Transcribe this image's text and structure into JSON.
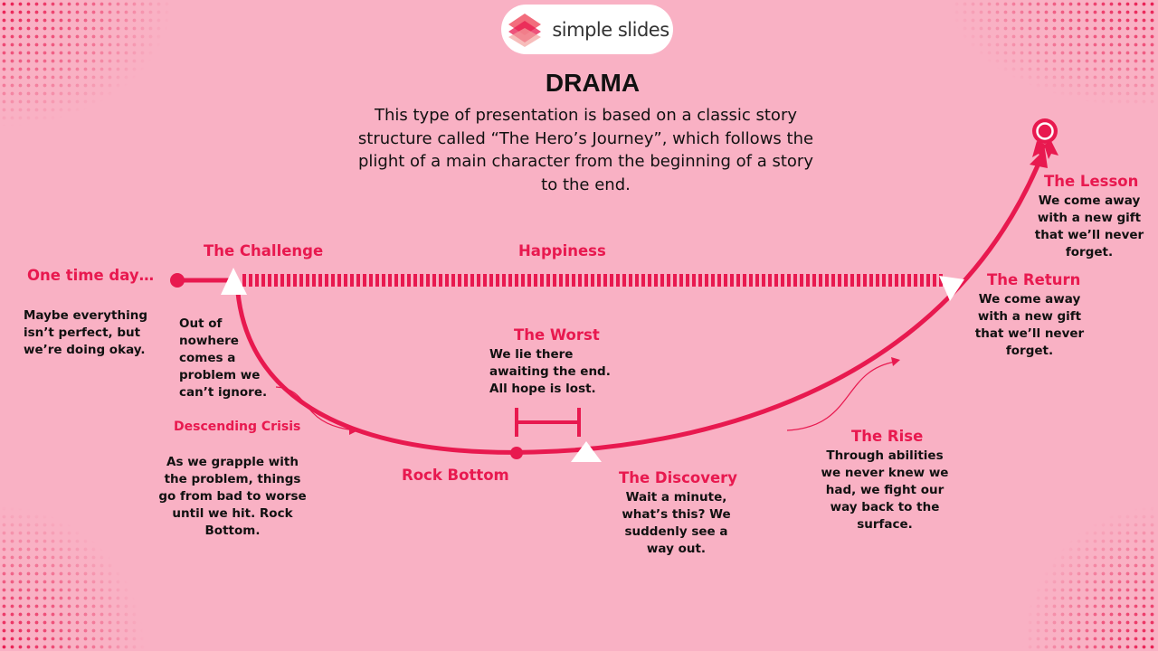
{
  "brand": {
    "name": "simple slides"
  },
  "title": "DRAMA",
  "intro": "This type of presentation is based on a classic story structure called “The Hero’s Journey”, which follows the plight of a main character from the beginning of a story to the end.",
  "colors": {
    "background": "#f9b1c4",
    "accent": "#e8194f",
    "text": "#111111"
  },
  "icons": {
    "logo": "layered-diamond-icon",
    "goal": "award-ribbon-icon"
  },
  "stages": {
    "once": {
      "title": "One time day…",
      "text": "Maybe everything isn’t perfect, but we’re doing okay."
    },
    "challenge": {
      "title": "The Challenge",
      "text": "Out of nowhere comes a problem we can’t ignore."
    },
    "happiness": {
      "title": "Happiness"
    },
    "descending": {
      "title": "Descending Crisis",
      "text": "As we grapple with the problem, things go from bad to worse until we hit. Rock Bottom."
    },
    "rock_bottom": {
      "title": "Rock Bottom"
    },
    "worst": {
      "title": "The Worst",
      "text": "We lie there awaiting the end. All hope is lost."
    },
    "discovery": {
      "title": "The Discovery",
      "text": "Wait a minute, what’s this? We suddenly see a way out."
    },
    "rise": {
      "title": "The Rise",
      "text": "Through abilities we never knew we had, we fight our way back to the surface."
    },
    "return": {
      "title": "The Return",
      "text": "We come away with a new gift that we’ll never forget."
    },
    "lesson": {
      "title": "The Lesson",
      "text": "We come away with a new gift that we’ll never forget."
    }
  }
}
